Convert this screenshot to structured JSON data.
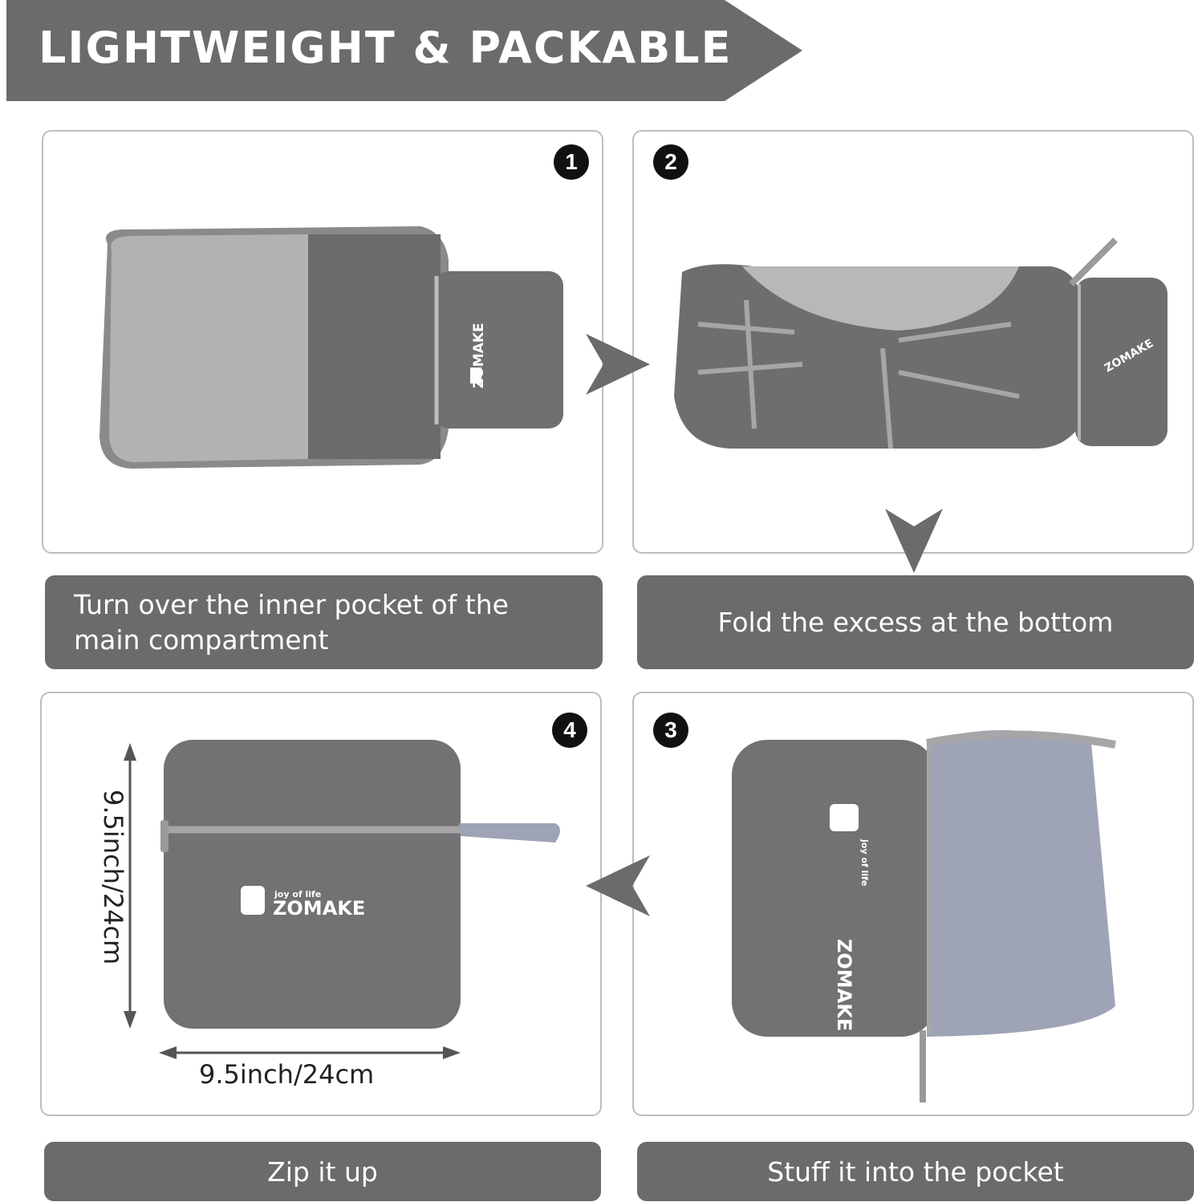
{
  "banner": {
    "title": "LIGHTWEIGHT & PACKABLE"
  },
  "steps": [
    {
      "number": "1",
      "caption": "Turn over the inner pocket of the main compartment"
    },
    {
      "number": "2",
      "caption": "Fold the excess at the bottom"
    },
    {
      "number": "3",
      "caption": "Stuff it into the pocket"
    },
    {
      "number": "4",
      "caption": "Zip it up"
    }
  ],
  "dimensions": {
    "height": "9.5inch/24cm",
    "width": "9.5inch/24cm"
  },
  "brand": {
    "name": "ZOMAKE",
    "tagline": "joy of life"
  },
  "colors": {
    "banner": "#6b6b6b",
    "caption_bg": "#6b6b6b",
    "bag_gray": "#6f6f71",
    "lining_gray": "#a9a9ab",
    "lining_blue": "#9ea3b6",
    "arrow": "#6b6b6b"
  }
}
